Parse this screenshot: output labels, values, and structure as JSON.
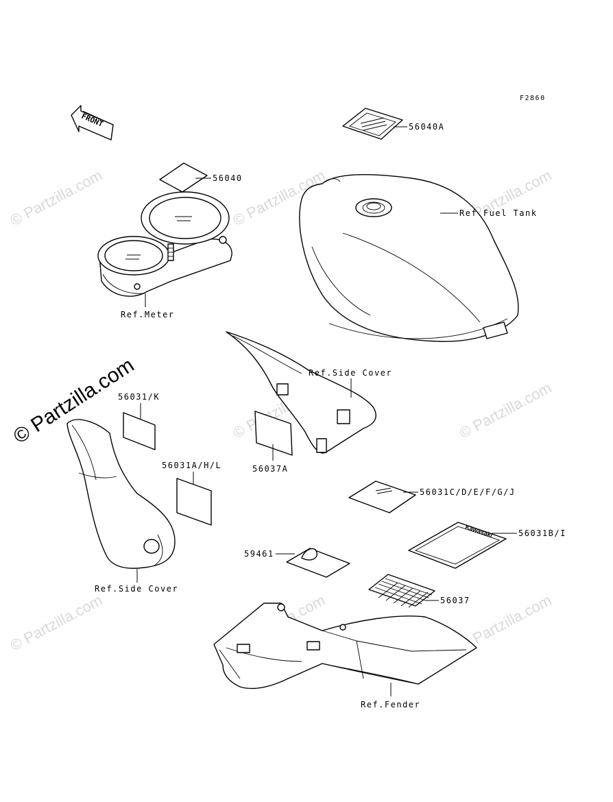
{
  "figure_code": "F2860",
  "front_arrow_label": "FRONT",
  "watermark": {
    "text": "© Partzilla.com",
    "main_text": "© Partzilla.com"
  },
  "labels": {
    "p56040A": "56040A",
    "p56040": "56040",
    "ref_fuel_tank": "Ref.Fuel Tank",
    "ref_meter": "Ref.Meter",
    "ref_side_cover_upper": "Ref.Side Cover",
    "p56031K": "56031/K",
    "p56031AHL": "56031A/H/L",
    "p56037A": "56037A",
    "p56031CDEFGJ": "56031C/D/E/F/G/J",
    "p56031BI": "56031B/I",
    "p59461": "59461",
    "p56037": "56037",
    "ref_side_cover_lower": "Ref.Side Cover",
    "ref_fender": "Ref.Fender",
    "decal_brand": "Kawasaki"
  }
}
